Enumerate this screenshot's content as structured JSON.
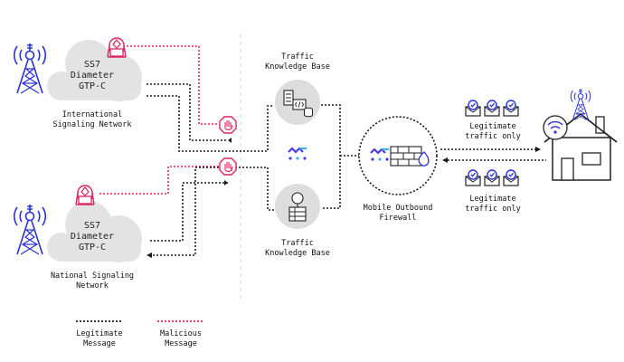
{
  "colors": {
    "tower": "#2a32d8",
    "malicious": "#e0245e",
    "legit": "#1a1a1a",
    "cloud": "#e3e3e3",
    "bubble": "#dddddd",
    "brand": "#4b3ce0",
    "brand_accent": "#3bb3f0",
    "divider": "#d0d0d0"
  },
  "top_network": {
    "protocols": [
      "SS7",
      "Diameter",
      "GTP-C"
    ],
    "label": [
      "International",
      "Signaling Network"
    ]
  },
  "bottom_network": {
    "protocols": [
      "SS7",
      "Diameter",
      "GTP-C"
    ],
    "label": [
      "National Signaling",
      "Network"
    ]
  },
  "knowledge_base_top": {
    "label": [
      "Traffic",
      "Knowledge Base"
    ]
  },
  "knowledge_base_bottom": {
    "label": [
      "Traffic",
      "Knowledge Base"
    ]
  },
  "firewall": {
    "label": [
      "Mobile Outbound",
      "Firewall"
    ]
  },
  "legit_top": {
    "label": [
      "Legitimate",
      "traffic only"
    ]
  },
  "legit_bottom": {
    "label": [
      "Legitimate",
      "traffic only"
    ]
  },
  "legend": {
    "legit": [
      "Legitimate",
      "Message"
    ],
    "malicious": [
      "Malicious",
      "Message"
    ]
  },
  "icons": [
    "cell-tower-icon",
    "hacker-icon",
    "stop-hand-icon",
    "database-icon",
    "document-icon",
    "brand-logo-icon",
    "firewall-icon",
    "envelope-check-icon",
    "house-icon",
    "wifi-icon"
  ]
}
